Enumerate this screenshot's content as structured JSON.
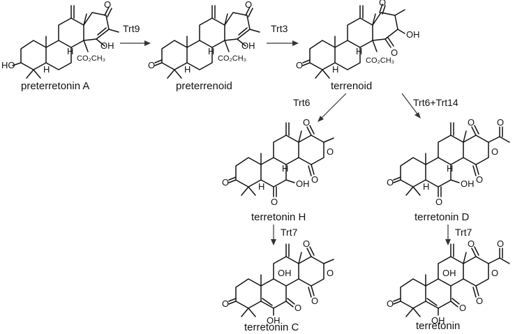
{
  "compounds": {
    "c1": "preterretonin A",
    "c2": "preterrenoid",
    "c3": "terrenoid",
    "c4": "terretonin H",
    "c5": "terretonin D",
    "c6": "terretonin C",
    "c7": "terretonin"
  },
  "enzymes": {
    "e1": "Trt9",
    "e2": "Trt3",
    "e3": "Trt6",
    "e4": "Trt6+Trt14",
    "e5": "Trt7",
    "e6": "Trt7"
  },
  "atoms": {
    "O": "O",
    "OH": "OH",
    "HO": "HO",
    "H": "H",
    "CO2CH3": "CO₂CH₃"
  }
}
